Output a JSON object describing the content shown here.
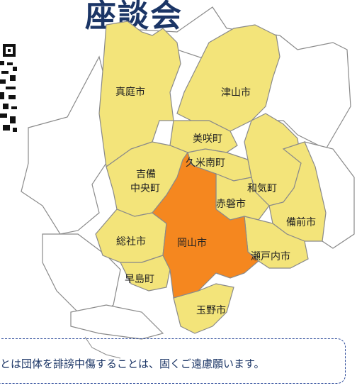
{
  "header": {
    "title_fragment": "座談会"
  },
  "map": {
    "colors": {
      "highlight": "#f5871f",
      "member": "#f3e47a",
      "other": "#ffffff",
      "border": "#808080"
    },
    "regions": [
      {
        "name": "真庭市",
        "status": "member"
      },
      {
        "name": "津山市",
        "status": "member"
      },
      {
        "name": "美咲町",
        "status": "member"
      },
      {
        "name": "久米南町",
        "status": "member"
      },
      {
        "name": "吉備中央町",
        "status": "member"
      },
      {
        "name": "和気町",
        "status": "member"
      },
      {
        "name": "赤磐市",
        "status": "member"
      },
      {
        "name": "備前市",
        "status": "member"
      },
      {
        "name": "総社市",
        "status": "member"
      },
      {
        "name": "岡山市",
        "status": "highlight"
      },
      {
        "name": "瀬戸内市",
        "status": "member"
      },
      {
        "name": "早島町",
        "status": "member"
      },
      {
        "name": "玉野市",
        "status": "member"
      }
    ]
  },
  "notice": {
    "text": "とは団体を誹謗中傷することは、固くご遠慮願います。"
  }
}
